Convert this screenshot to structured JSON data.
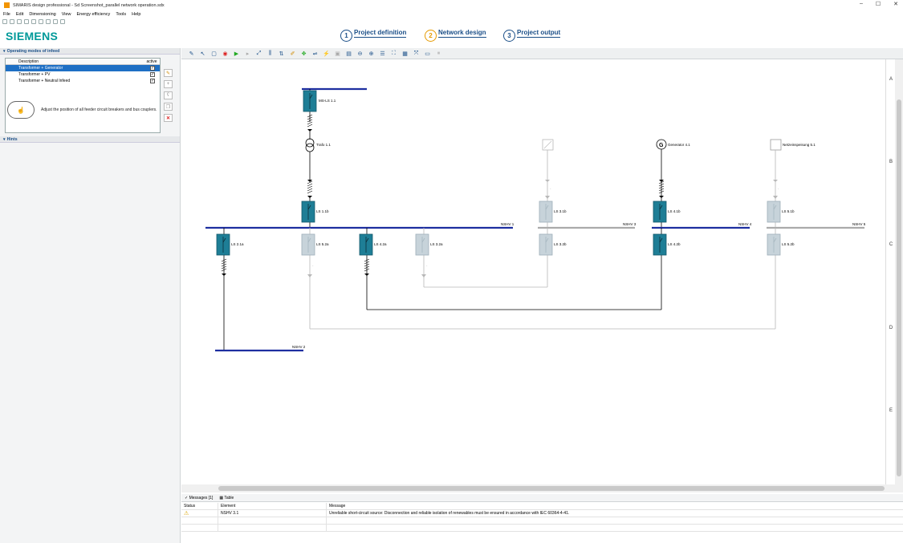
{
  "window": {
    "title": "SIMARIS design professional - Sd Screenshot_parallel network operation.sdx",
    "controls": [
      "–",
      "☐",
      "✕"
    ]
  },
  "menu": [
    "File",
    "Edit",
    "Dimensioning",
    "View",
    "Energy efficiency",
    "Tools",
    "Help"
  ],
  "brand": {
    "logo": "SIEMENS",
    "color": "#009999"
  },
  "steps": [
    {
      "num": "1",
      "label": "Project definition",
      "active": false
    },
    {
      "num": "2",
      "label": "Network design",
      "active": true
    },
    {
      "num": "3",
      "label": "Project output",
      "active": false
    }
  ],
  "operating_modes": {
    "heading": "Operating modes of infeed",
    "col_description": "Description",
    "col_active": "active",
    "rows": [
      {
        "label": "Transformer + Generator",
        "active": true,
        "selected": true
      },
      {
        "label": "Transformer + PV",
        "active": true,
        "selected": false
      },
      {
        "label": "Transformer + Neutral Infeed",
        "active": true,
        "selected": false
      }
    ],
    "tools": [
      "pencil-icon",
      "add-icon",
      "rename-icon",
      "copy-icon",
      "delete-icon"
    ]
  },
  "hints": {
    "heading": "Hints",
    "text": "Adjust the position of all feeder circuit breakers and bus couplers."
  },
  "diagram": {
    "grid_rows": [
      "A",
      "B",
      "C",
      "D",
      "E"
    ],
    "labels": {
      "msls": "MS-LS 1.1",
      "trafo": "Trafo 1.1",
      "gen": "Generator 4.1",
      "netz": "Netzeinspeisung 5.1",
      "ls11b": "LS 1.1b",
      "ls31b": "LS 3.1b",
      "ls41b": "LS 4.1b",
      "ls51b": "LS 5.1b",
      "nshv1": "NSHV 1",
      "nshv3": "NSHV 3",
      "nshv4": "NSHV 4",
      "nshv5": "NSHV 5",
      "ls21a": "LS 2.1a",
      "ls52a": "LS 5.2a",
      "ls42a": "LS 4.2a",
      "ls32a": "LS 3.2a",
      "ls32b": "LS 3.2b",
      "ls42b": "LS 4.2b",
      "ls52b": "LS 5.2b",
      "nshv2": "NSHV 2"
    }
  },
  "messages": {
    "tab_messages": "Messages [1]",
    "tab_table": "Table",
    "col_status": "Status",
    "col_element": "Element",
    "col_message": "Message",
    "rows": [
      {
        "status": "⚠",
        "element": "NSHV 3.1",
        "message": "Unreliable short-circuit source: Disconnection and reliable isolation of renewables must be ensured in accordance with IEC 60364-4-41."
      }
    ]
  }
}
